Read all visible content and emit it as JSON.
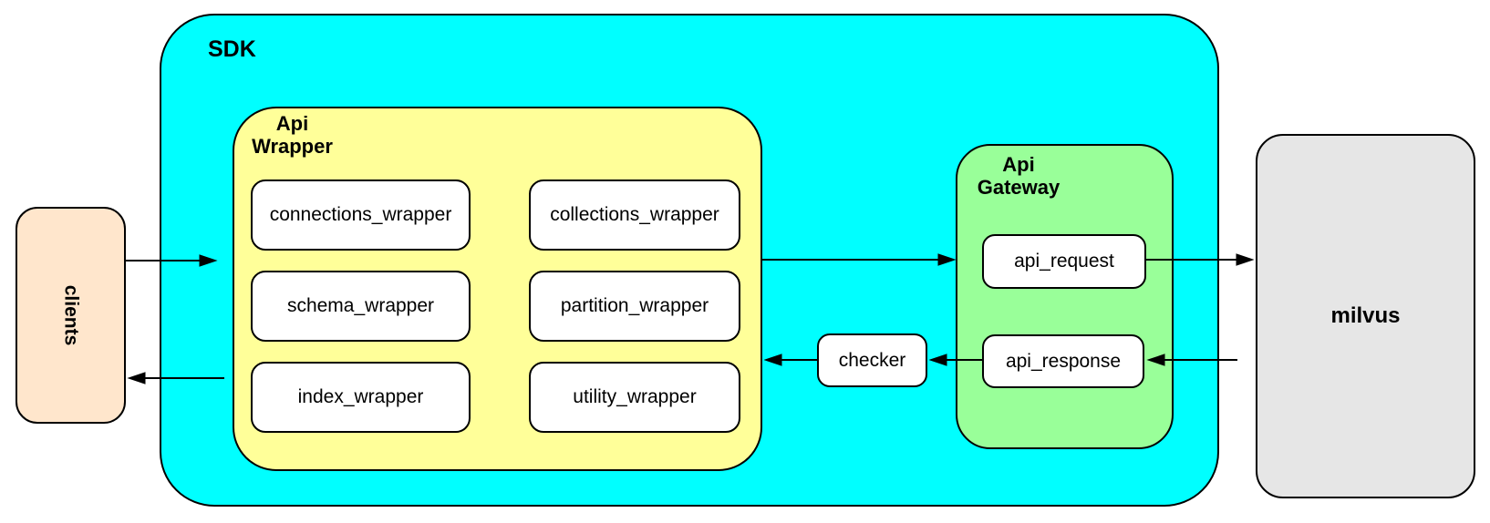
{
  "colors": {
    "sdk_fill": "#00FFFF",
    "api_wrapper_fill": "#FFFF99",
    "api_gateway_fill": "#99FF99",
    "clients_fill": "#FFE6CC",
    "milvus_fill": "#E6E6E6",
    "leaf_fill": "#FFFFFF",
    "border": "#000000",
    "arrow": "#000000"
  },
  "nodes": {
    "clients": {
      "label": "clients"
    },
    "sdk": {
      "label": "SDK"
    },
    "api_wrapper": {
      "label": "Api\nWrapper",
      "children": [
        {
          "label": "connections_wrapper"
        },
        {
          "label": "collections_wrapper"
        },
        {
          "label": "schema_wrapper"
        },
        {
          "label": "partition_wrapper"
        },
        {
          "label": "index_wrapper"
        },
        {
          "label": "utility_wrapper"
        }
      ]
    },
    "checker": {
      "label": "checker"
    },
    "api_gateway": {
      "label": "Api\nGateway",
      "children": [
        {
          "label": "api_request"
        },
        {
          "label": "api_response"
        }
      ]
    },
    "milvus": {
      "label": "milvus"
    }
  },
  "edges": [
    {
      "from": "clients",
      "to": "api_wrapper",
      "direction": "right"
    },
    {
      "from": "api_wrapper",
      "to": "api_gateway",
      "direction": "right"
    },
    {
      "from": "api_request",
      "to": "milvus",
      "direction": "right"
    },
    {
      "from": "milvus",
      "to": "api_response",
      "direction": "left"
    },
    {
      "from": "api_response",
      "to": "checker",
      "direction": "left"
    },
    {
      "from": "checker",
      "to": "api_wrapper",
      "direction": "left"
    },
    {
      "from": "api_wrapper",
      "to": "clients",
      "direction": "left"
    }
  ]
}
